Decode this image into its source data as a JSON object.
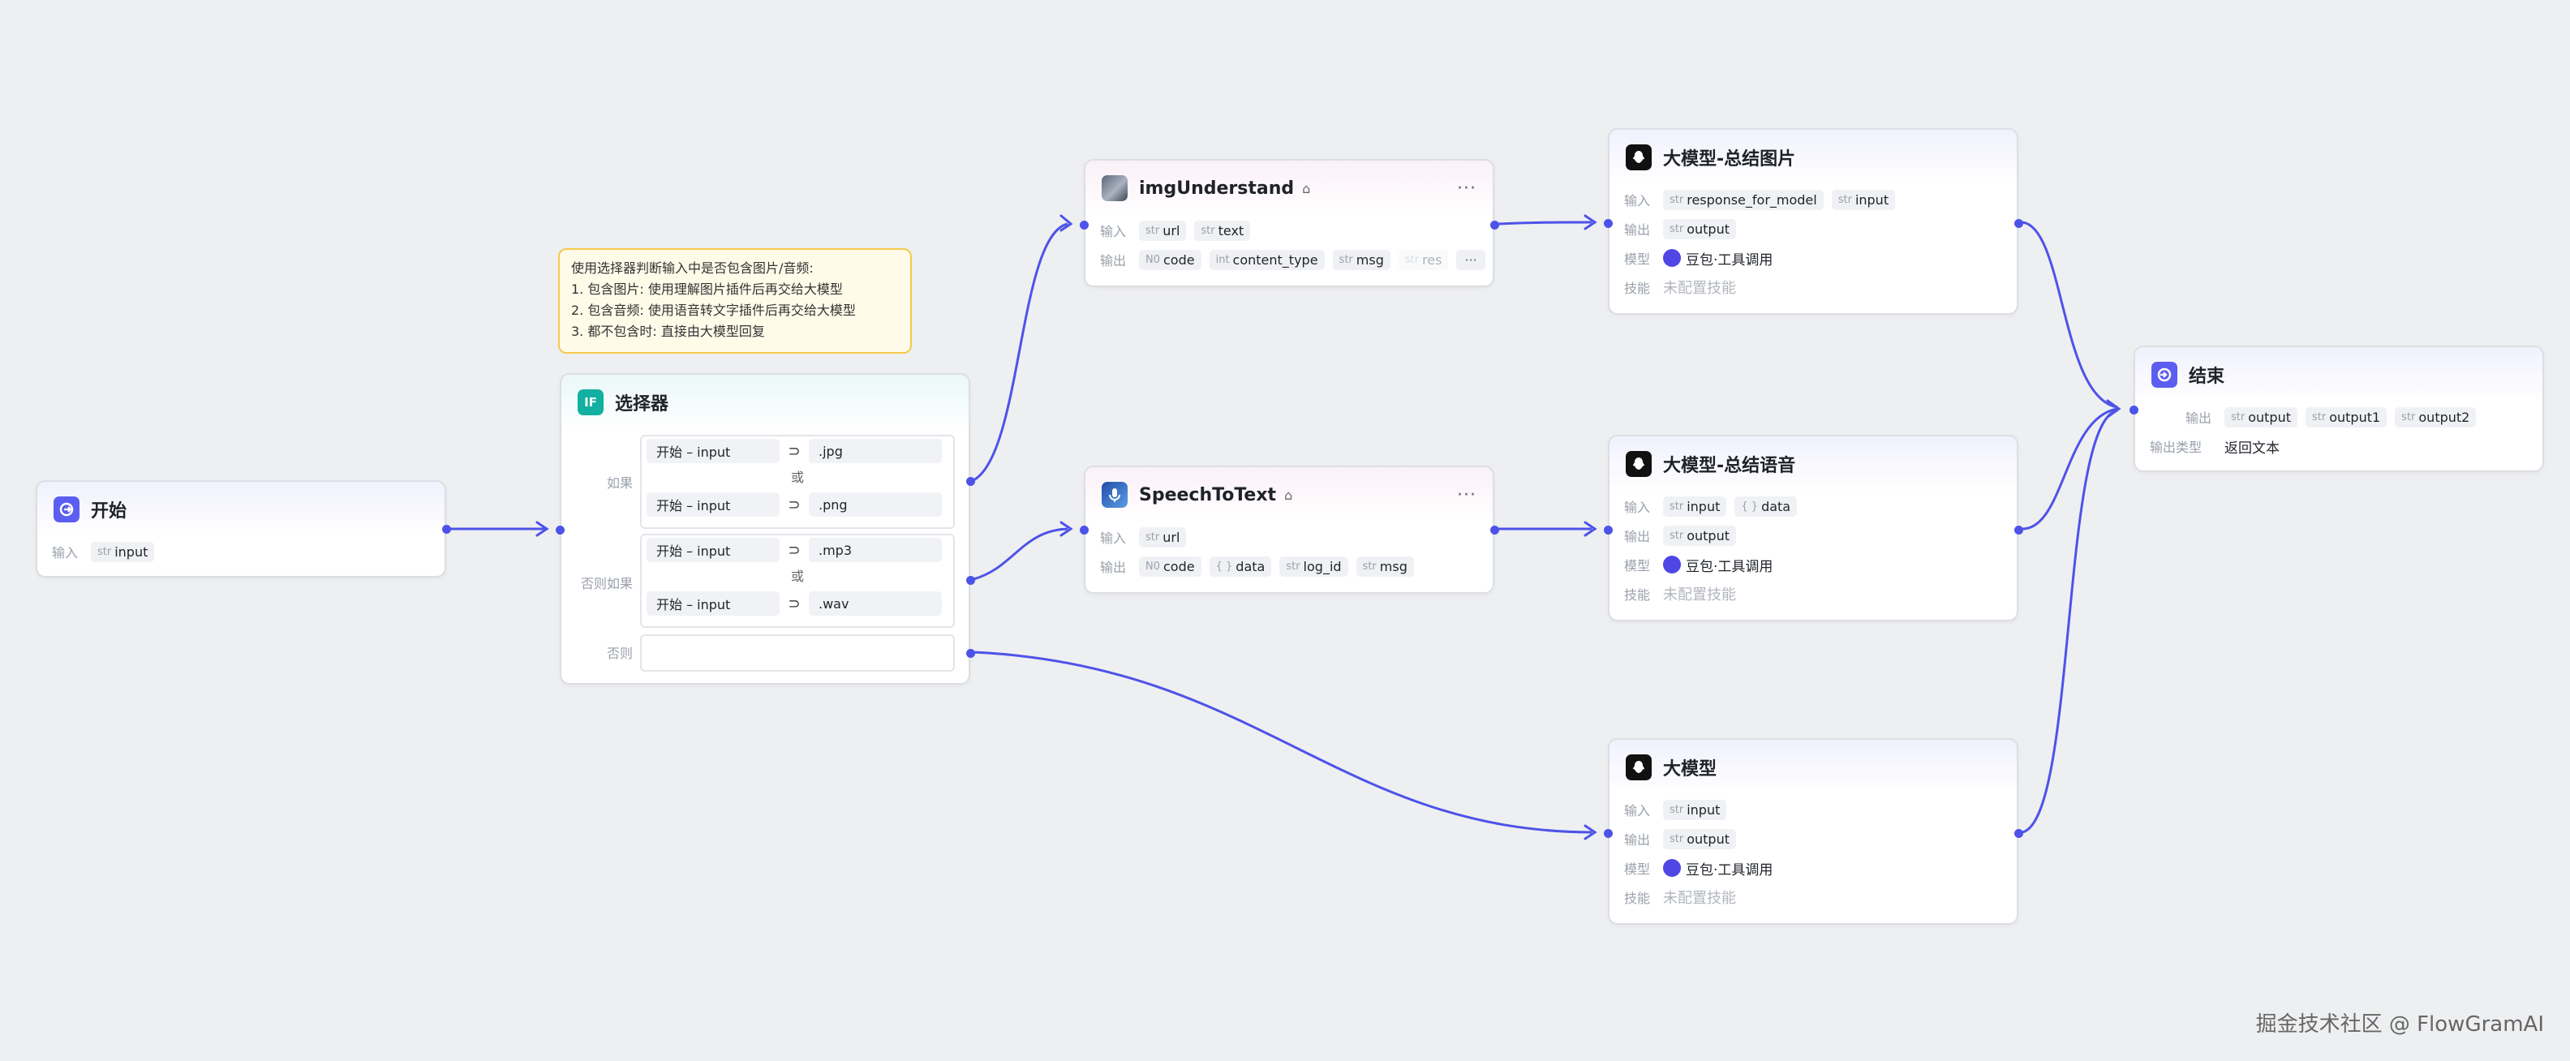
{
  "comment": {
    "lines": [
      "使用选择器判断输入中是否包含图片/音频:",
      "1. 包含图片: 使用理解图片插件后再交给大模型",
      "2. 包含音频: 使用语音转文字插件后再交给大模型",
      "3. 都不包含时: 直接由大模型回复"
    ]
  },
  "labels": {
    "input": "输入",
    "output": "输出",
    "model": "模型",
    "skill": "技能",
    "output_type": "输出类型"
  },
  "start": {
    "title": "开始",
    "inputs": [
      {
        "type": "str",
        "name": "input"
      }
    ]
  },
  "condition": {
    "title": "选择器",
    "if_label": "如果",
    "elif_label": "否则如果",
    "else_label": "否则",
    "or_label": "或",
    "groups": [
      [
        {
          "left": "开始 – input",
          "op": "⊃",
          "right": ".jpg"
        },
        {
          "left": "开始 – input",
          "op": "⊃",
          "right": ".png"
        }
      ],
      [
        {
          "left": "开始 – input",
          "op": "⊃",
          "right": ".mp3"
        },
        {
          "left": "开始 – input",
          "op": "⊃",
          "right": ".wav"
        }
      ]
    ]
  },
  "img_node": {
    "title": "imgUnderstand",
    "more": "···",
    "inputs": [
      {
        "type": "str",
        "name": "url"
      },
      {
        "type": "str",
        "name": "text"
      }
    ],
    "outputs": [
      {
        "type": "N0",
        "name": "code"
      },
      {
        "type": "int",
        "name": "content_type"
      },
      {
        "type": "str",
        "name": "msg"
      },
      {
        "type": "str",
        "name": "res"
      }
    ],
    "outputs_more": "···"
  },
  "speech_node": {
    "title": "SpeechToText",
    "more": "···",
    "inputs": [
      {
        "type": "str",
        "name": "url"
      }
    ],
    "outputs": [
      {
        "type": "N0",
        "name": "code"
      },
      {
        "type": "{ }",
        "name": "data"
      },
      {
        "type": "str",
        "name": "log_id"
      },
      {
        "type": "str",
        "name": "msg"
      }
    ]
  },
  "llm_img": {
    "title": "大模型-总结图片",
    "inputs": [
      {
        "type": "str",
        "name": "response_for_model"
      },
      {
        "type": "str",
        "name": "input"
      }
    ],
    "outputs": [
      {
        "type": "str",
        "name": "output"
      }
    ],
    "model": "豆包·工具调用",
    "skill": "未配置技能"
  },
  "llm_audio": {
    "title": "大模型-总结语音",
    "inputs": [
      {
        "type": "str",
        "name": "input"
      },
      {
        "type": "{ }",
        "name": "data"
      }
    ],
    "outputs": [
      {
        "type": "str",
        "name": "output"
      }
    ],
    "model": "豆包·工具调用",
    "skill": "未配置技能"
  },
  "llm": {
    "title": "大模型",
    "inputs": [
      {
        "type": "str",
        "name": "input"
      }
    ],
    "outputs": [
      {
        "type": "str",
        "name": "output"
      }
    ],
    "model": "豆包·工具调用",
    "skill": "未配置技能"
  },
  "end": {
    "title": "结束",
    "outputs": [
      {
        "type": "str",
        "name": "output"
      },
      {
        "type": "str",
        "name": "output1"
      },
      {
        "type": "str",
        "name": "output2"
      }
    ],
    "output_type": "返回文本"
  },
  "watermark": "掘金技术社区 @ FlowGramAI",
  "colors": {
    "edge": "#4d53e8",
    "background": "#eeeff1",
    "accent": "#5b5ef0"
  }
}
